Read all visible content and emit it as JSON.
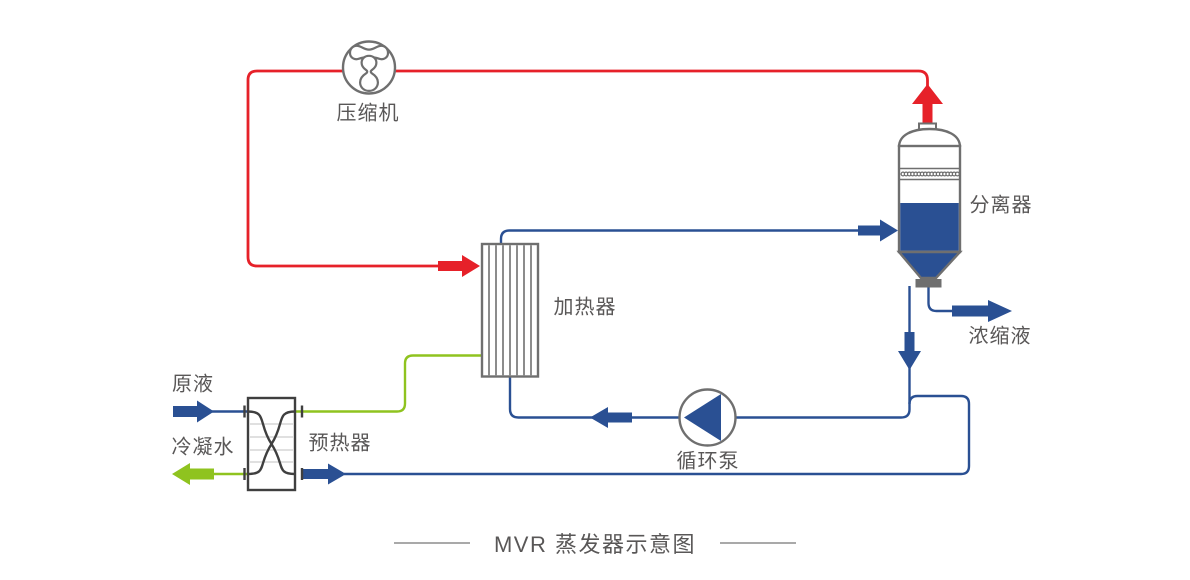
{
  "title": "MVR 蒸发器示意图",
  "colors": {
    "steam": "#e62129",
    "liquid": "#2a5093",
    "cond": "#8fc31f",
    "outline": "#6f6f6f",
    "outline2": "#3f3f3f",
    "text": "#595757",
    "innerline": "#d6d6d6",
    "rule": "#a9a9a9",
    "bg": "#ffffff"
  },
  "equipment": {
    "compressor": "压缩机",
    "separator": "分离器",
    "heater": "加热器",
    "preheater": "预热器",
    "pump": "循环泵"
  },
  "streams": {
    "feed": "原液",
    "condensate": "冷凝水",
    "concentrate": "浓缩液"
  }
}
